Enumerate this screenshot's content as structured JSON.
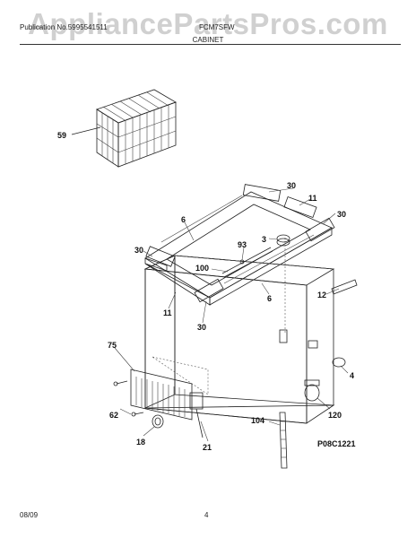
{
  "watermark": "AppliancePartsPros.com",
  "header": {
    "left": "Publication No.5995541511",
    "right": "FCM7SFW",
    "title": "CABINET"
  },
  "footer": {
    "date": "08/09",
    "page": "4"
  },
  "figure_code": "P08C1221",
  "callouts": {
    "c59": "59",
    "c30a": "30",
    "c11a": "11",
    "c30b": "30",
    "c6a": "6",
    "c3": "3",
    "c93": "93",
    "c30c": "30",
    "c100": "100",
    "c6b": "6",
    "c12": "12",
    "c11b": "11",
    "c30d": "30",
    "c75": "75",
    "c4": "4",
    "c62": "62",
    "c120": "120",
    "c104": "104",
    "c18": "18",
    "c21": "21"
  }
}
